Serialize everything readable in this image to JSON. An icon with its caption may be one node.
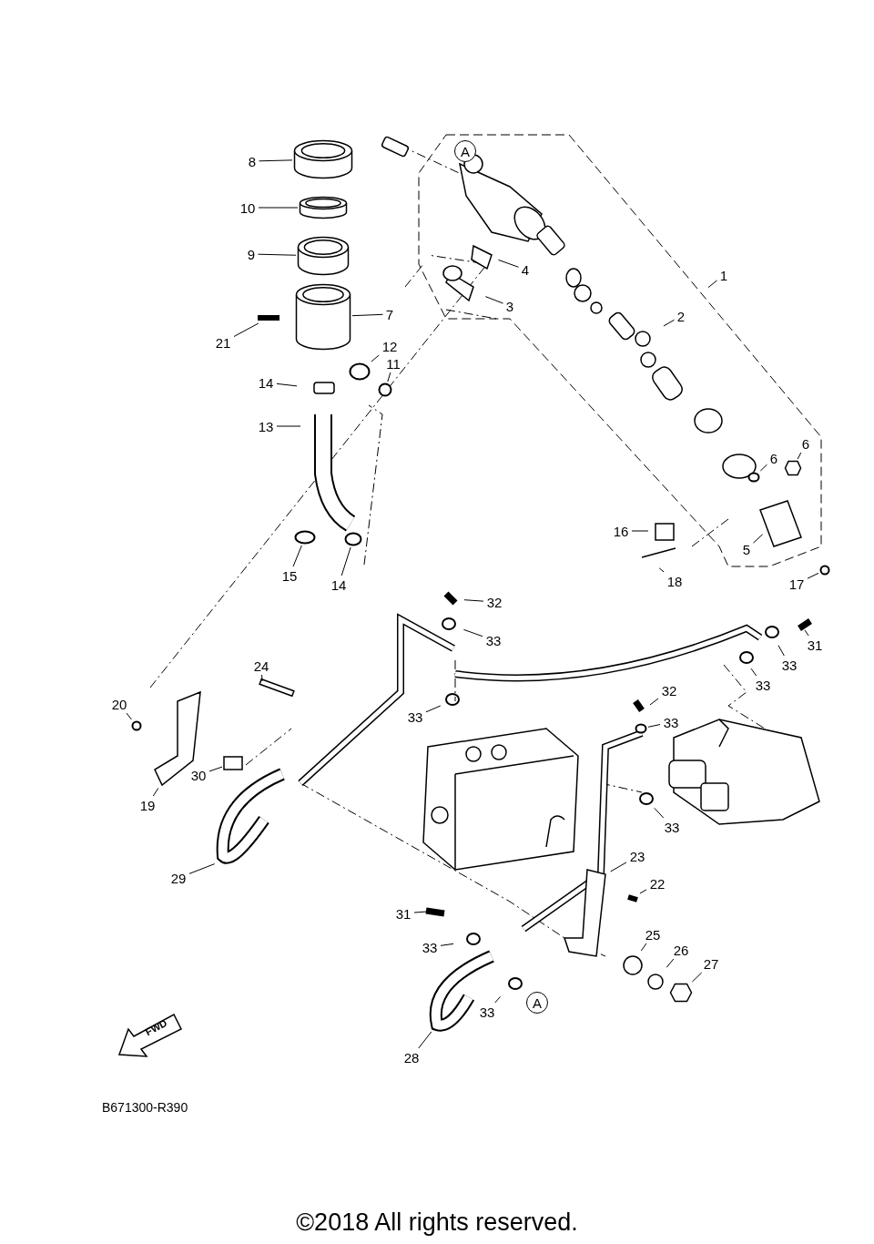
{
  "diagram": {
    "nodes": [
      {
        "text": [
          "A"
        ]
      },
      {
        "text": [
          "8"
        ]
      },
      {
        "text": [
          "10"
        ]
      },
      {
        "text": [
          "9"
        ]
      },
      {
        "text": [
          "4"
        ]
      },
      {
        "text": [
          "1"
        ]
      },
      {
        "text": [
          "3"
        ]
      },
      {
        "text": [
          "7"
        ]
      },
      {
        "text": [
          "2"
        ]
      },
      {
        "text": [
          "21"
        ]
      },
      {
        "text": [
          "12"
        ]
      },
      {
        "text": [
          "11"
        ]
      },
      {
        "text": [
          "14"
        ]
      },
      {
        "text": [
          "13"
        ]
      },
      {
        "text": [
          "6"
        ]
      },
      {
        "text": [
          "6"
        ]
      },
      {
        "text": [
          "16"
        ]
      },
      {
        "text": [
          "5"
        ]
      },
      {
        "text": [
          "15"
        ]
      },
      {
        "text": [
          "17"
        ]
      },
      {
        "text": [
          "18"
        ]
      },
      {
        "text": [
          "14"
        ]
      },
      {
        "text": [
          "32"
        ]
      },
      {
        "text": [
          "33"
        ]
      },
      {
        "text": [
          "31"
        ]
      },
      {
        "text": [
          "33"
        ]
      },
      {
        "text": [
          "24"
        ]
      },
      {
        "text": [
          "33"
        ]
      },
      {
        "text": [
          "32"
        ]
      },
      {
        "text": [
          "20"
        ]
      },
      {
        "text": [
          "33"
        ]
      },
      {
        "text": [
          "33"
        ]
      },
      {
        "text": [
          "30"
        ]
      },
      {
        "text": [
          "19"
        ]
      },
      {
        "text": [
          "33"
        ]
      },
      {
        "text": [
          "23"
        ]
      },
      {
        "text": [
          "29"
        ]
      },
      {
        "text": [
          "22"
        ]
      },
      {
        "text": [
          "31"
        ]
      },
      {
        "text": [
          "25"
        ]
      },
      {
        "text": [
          "33"
        ]
      },
      {
        "text": [
          "26"
        ]
      },
      {
        "text": [
          "27"
        ]
      },
      {
        "text": [
          "A"
        ]
      },
      {
        "text": [
          "33"
        ]
      },
      {
        "text": [
          "28"
        ]
      },
      {
        "text": [
          "FWD"
        ]
      },
      {
        "text": [],
        "shape": "bar"
      },
      {
        "text": [],
        "shape": "circle"
      },
      {
        "text": [],
        "shape": "hexagon"
      },
      {
        "text": [],
        "shape": "circle"
      },
      {
        "text": [],
        "shape": "circle"
      },
      {
        "text": [],
        "shape": "circle"
      },
      {
        "text": [],
        "shape": "circle"
      },
      {
        "text": [],
        "shape": "circle"
      },
      {
        "text": [],
        "shape": "circle"
      },
      {
        "text": [],
        "shape": "box"
      },
      {
        "text": [],
        "shape": "hexagon"
      },
      {
        "text": [],
        "shape": "circle"
      },
      {
        "text": [],
        "shape": "cylinder"
      },
      {
        "text": [],
        "shape": "cylinder"
      },
      {
        "text": [],
        "shape": "cylinder"
      },
      {
        "text": [],
        "shape": "cylinder"
      }
    ],
    "edges": [
      {
        "from": 1,
        "to": 59,
        "arrow": "none"
      },
      {
        "from": 2,
        "to": 60,
        "arrow": "none"
      },
      {
        "from": 3,
        "to": 61,
        "arrow": "none"
      },
      {
        "from": 4,
        "to": null,
        "arrow": "none"
      },
      {
        "from": 5,
        "to": null,
        "arrow": "none"
      },
      {
        "from": 6,
        "to": null,
        "arrow": "none"
      },
      {
        "from": 7,
        "to": 62,
        "arrow": "none"
      },
      {
        "from": 8,
        "to": null,
        "arrow": "none"
      },
      {
        "from": 9,
        "to": 47,
        "arrow": "none"
      },
      {
        "from": 10,
        "to": 58,
        "arrow": "none"
      },
      {
        "from": 11,
        "to": 48,
        "arrow": "none"
      },
      {
        "from": 12,
        "to": null,
        "arrow": "none"
      },
      {
        "from": 13,
        "to": null,
        "arrow": "none"
      },
      {
        "from": 14,
        "to": 49,
        "arrow": "none"
      },
      {
        "from": 15,
        "to": 50,
        "arrow": "none"
      },
      {
        "from": 16,
        "to": null,
        "arrow": "none"
      },
      {
        "from": 17,
        "to": null,
        "arrow": "none"
      },
      {
        "from": 18,
        "to": 51,
        "arrow": "none"
      },
      {
        "from": 19,
        "to": 52,
        "arrow": "none"
      },
      {
        "from": 20,
        "to": null,
        "arrow": "none"
      },
      {
        "from": 21,
        "to": 53,
        "arrow": "none"
      },
      {
        "from": 22,
        "to": null,
        "arrow": "none"
      },
      {
        "from": 23,
        "to": null,
        "arrow": "none"
      },
      {
        "from": 24,
        "to": null,
        "arrow": "none"
      },
      {
        "from": 25,
        "to": null,
        "arrow": "none"
      },
      {
        "from": 26,
        "to": null,
        "arrow": "none"
      },
      {
        "from": 27,
        "to": null,
        "arrow": "none"
      },
      {
        "from": 28,
        "to": null,
        "arrow": "none"
      },
      {
        "from": 29,
        "to": 54,
        "arrow": "none"
      },
      {
        "from": 30,
        "to": null,
        "arrow": "none"
      },
      {
        "from": 31,
        "to": 55,
        "arrow": "none"
      },
      {
        "from": 32,
        "to": 56,
        "arrow": "none"
      },
      {
        "from": 33,
        "to": null,
        "arrow": "none"
      },
      {
        "from": 34,
        "to": null,
        "arrow": "none"
      },
      {
        "from": 35,
        "to": null,
        "arrow": "none"
      },
      {
        "from": 36,
        "to": null,
        "arrow": "none"
      },
      {
        "from": 37,
        "to": null,
        "arrow": "none"
      },
      {
        "from": 38,
        "to": null,
        "arrow": "none"
      },
      {
        "from": 39,
        "to": null,
        "arrow": "none"
      },
      {
        "from": 40,
        "to": null,
        "arrow": "none"
      },
      {
        "from": 41,
        "to": null,
        "arrow": "none"
      },
      {
        "from": 42,
        "to": 57,
        "arrow": "none"
      },
      {
        "from": 44,
        "to": null,
        "arrow": "none"
      },
      {
        "from": 45,
        "to": null,
        "arrow": "none"
      }
    ],
    "labels": [
      "B671300-R390",
      "©2018 All rights reserved."
    ]
  }
}
